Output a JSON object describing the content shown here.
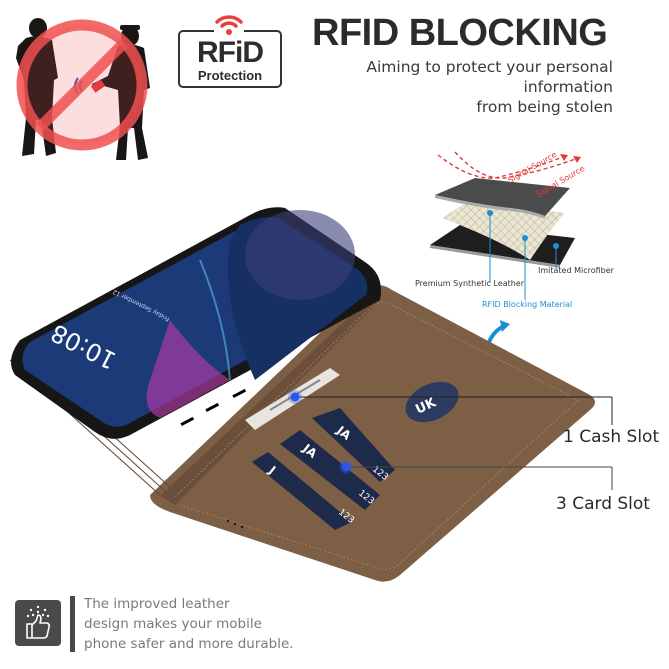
{
  "header": {
    "title": "RFID BLOCKING",
    "subtitle_line1": "Aiming to protect your personal information",
    "subtitle_line2": "from being stolen"
  },
  "rfid_badge": {
    "main_text": "RFiD",
    "sub_text": "Protection",
    "icon": "wifi-signal-icon",
    "accent_color": "#e8403a"
  },
  "no_theft_illustration": {
    "icon": "prohibited-sign-icon",
    "color": "#ef4040"
  },
  "layer_diagram": {
    "signal_labels": [
      "Signal Source",
      "Signal Source"
    ],
    "layers": [
      {
        "label": "Premium Synthetic Leather",
        "color": "#4a4a4a"
      },
      {
        "label": "RFID Blocking Material",
        "color": "#e6e2cf"
      },
      {
        "label": "Imitated Microfiber",
        "color": "#1e1e1e"
      }
    ],
    "highlight_label": "RFID Blocking Material",
    "highlight_color": "#1a8fd6"
  },
  "phone": {
    "time": "10:08",
    "date": "Friday September 12"
  },
  "wallet": {
    "color": "#7d5f46",
    "cards": [
      {
        "text": "J",
        "number": "123"
      },
      {
        "text": "JA",
        "number": "123"
      },
      {
        "text": "JA",
        "number": "123"
      }
    ],
    "window_text": "UK"
  },
  "callouts": [
    {
      "label": "1 Cash Slot"
    },
    {
      "label": "3 Card Slot"
    }
  ],
  "feature": {
    "icon": "thumbs-up-icon",
    "text_line1": "The improved leather",
    "text_line2": "design makes your mobile",
    "text_line3": "phone safer and more durable."
  }
}
